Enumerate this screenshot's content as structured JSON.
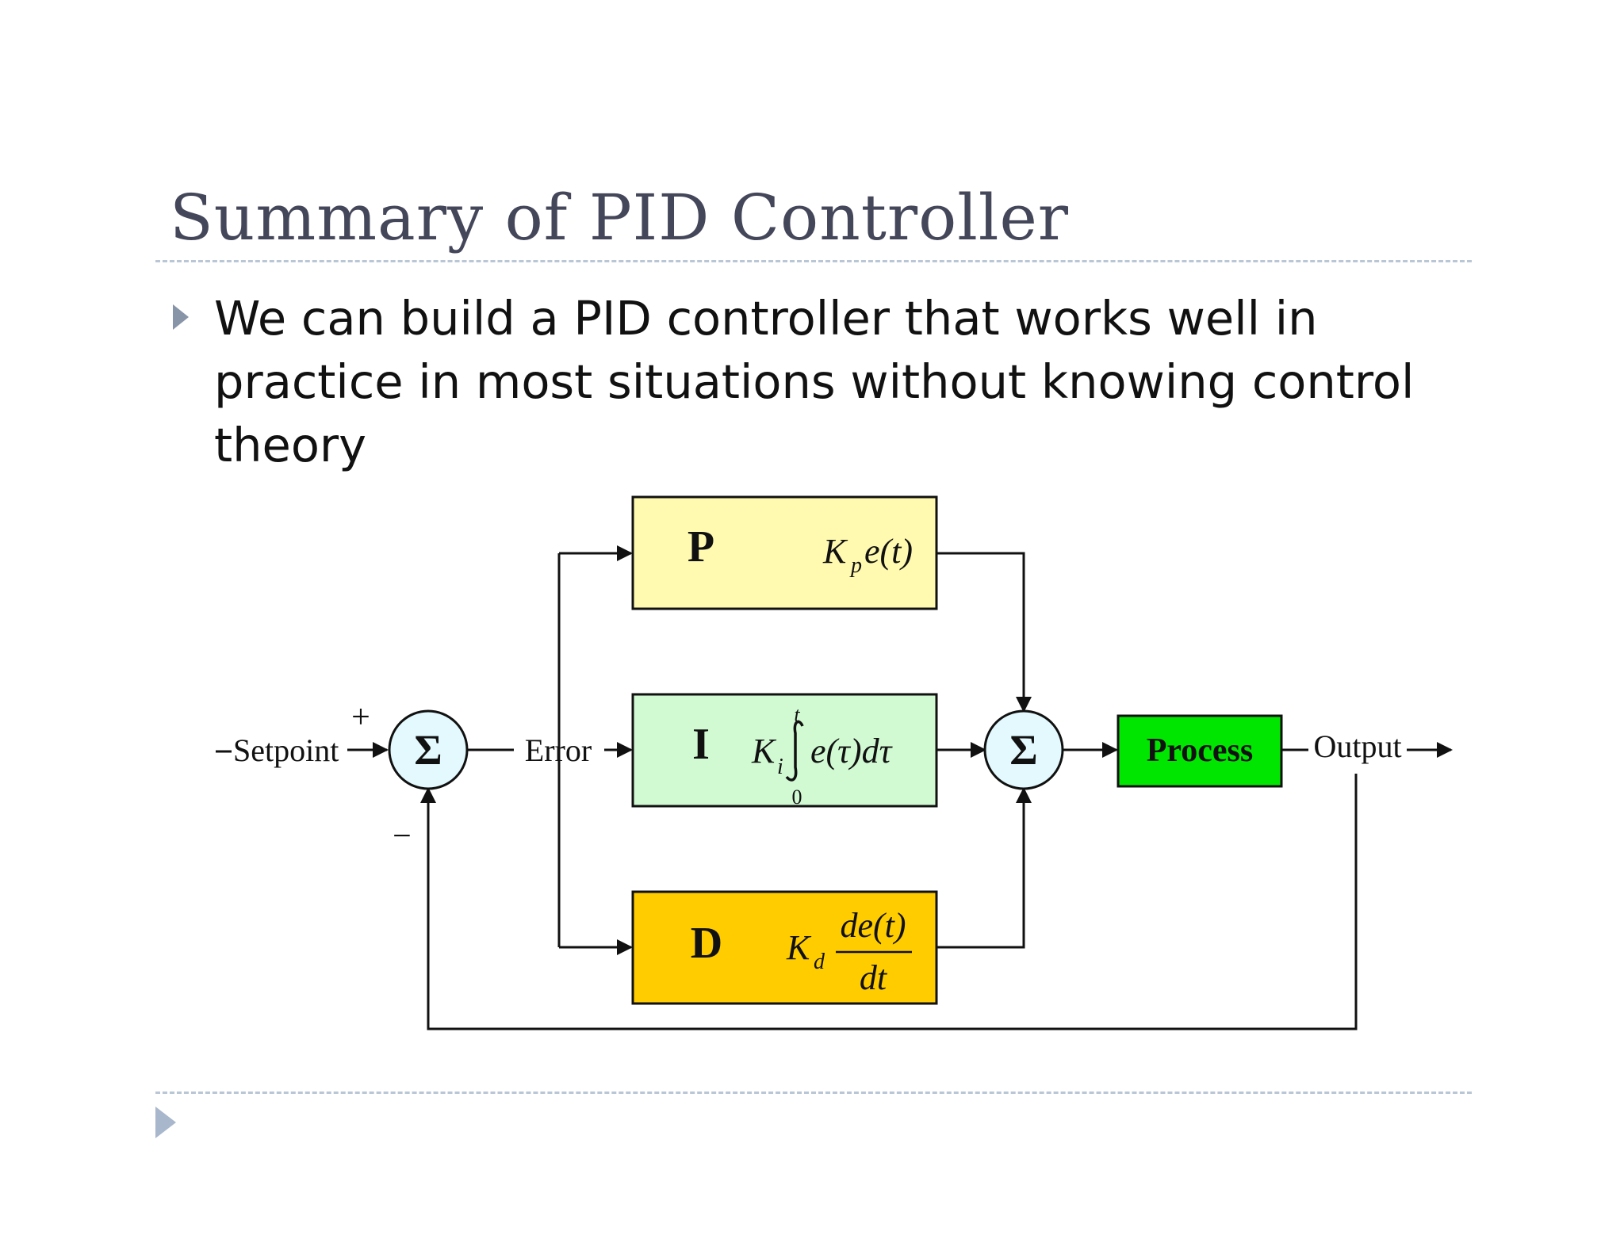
{
  "slide": {
    "title": "Summary of PID Controller",
    "bullet": "We can build a PID controller that works well in practice in most situations without knowing control theory"
  },
  "diagram": {
    "setpoint_label": "Setpoint",
    "plus_sign": "+",
    "minus_sign": "−",
    "sum_symbol": "Σ",
    "error_label": "Error",
    "output_label": "Output",
    "process_label": "Process",
    "blocks": {
      "p": {
        "letter": "P",
        "gain": "K",
        "gain_sub": "p",
        "term": "e(t)",
        "color": "#fffaaf"
      },
      "i": {
        "letter": "I",
        "gain": "K",
        "gain_sub": "i",
        "integral_upper": "t",
        "integral_lower": "0",
        "term": "e(τ)dτ",
        "color": "#d1fad3"
      },
      "d": {
        "letter": "D",
        "gain": "K",
        "gain_sub": "d",
        "numerator": "de(t)",
        "denominator": "dt",
        "color": "#ffcc00"
      }
    },
    "colors": {
      "sum_fill": "#e3f9fd",
      "process_fill": "#00e600",
      "line": "#111111"
    }
  }
}
